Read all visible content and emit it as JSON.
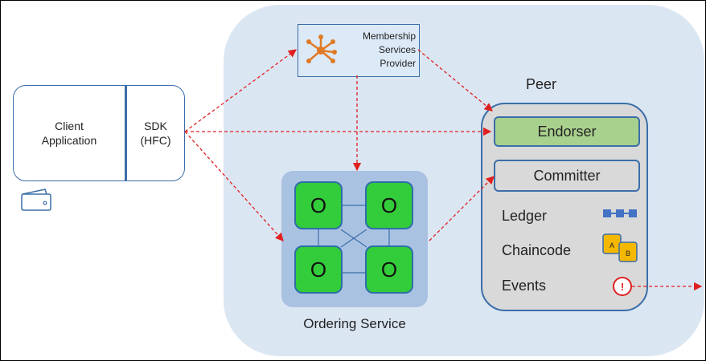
{
  "client": {
    "line1": "Client",
    "line2": "Application"
  },
  "sdk": {
    "line1": "SDK",
    "line2": "(HFC)"
  },
  "msp": {
    "line1": "Membership",
    "line2": "Services",
    "line3": "Provider"
  },
  "ordering": {
    "label": "Ordering Service",
    "node_label": "O"
  },
  "peer": {
    "title": "Peer",
    "endorser": "Endorser",
    "committer": "Committer",
    "ledger": "Ledger",
    "chaincode": "Chaincode",
    "events": "Events"
  },
  "chaincode_icon": {
    "a": "A",
    "b": "B"
  },
  "events_icon": "!",
  "colors": {
    "region": "#dbe6f3",
    "arrow": "#e02020",
    "node": "#33cc3a",
    "endorser": "#a9d18e",
    "border": "#3b6ea8",
    "msp_icon": "#e07a26"
  }
}
